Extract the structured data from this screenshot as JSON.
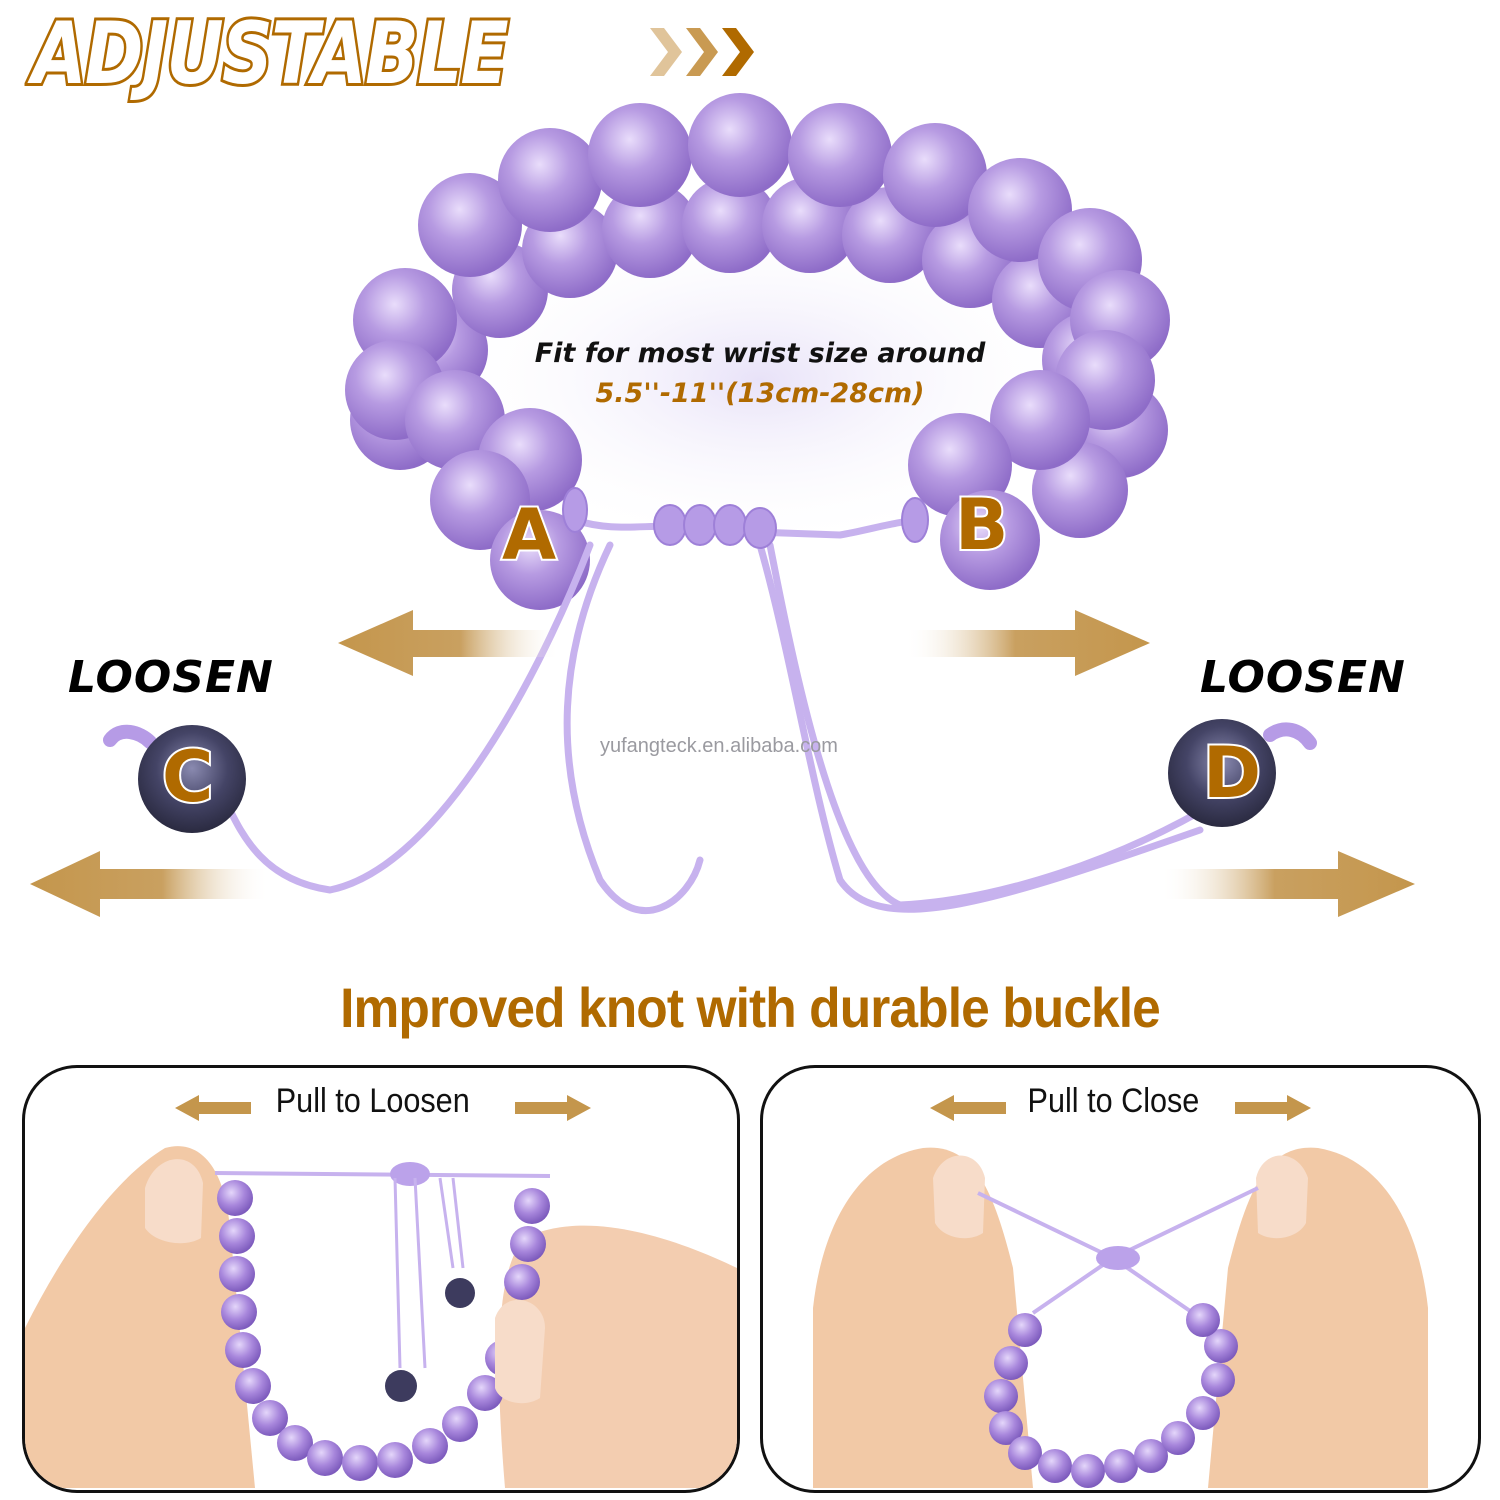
{
  "header": {
    "title": "ADJUSTABLE",
    "chevron_colors": [
      "#e0c49a",
      "#c99a52",
      "#b06a00"
    ]
  },
  "fit_note": {
    "line1": "Fit for most wrist size around",
    "line2": "5.5''-11''(13cm-28cm)"
  },
  "labels": {
    "a": "A",
    "b": "B",
    "c": "C",
    "d": "D",
    "loosen_left": "LOOSEN",
    "loosen_right": "LOOSEN"
  },
  "watermark": "yufangteck.en.alibaba.com",
  "subtitle": "Improved knot with durable buckle",
  "panels": [
    {
      "label": "Pull to Loosen"
    },
    {
      "label": "Pull to Close"
    }
  ],
  "colors": {
    "accent_brown": "#b06a00",
    "arrow_gold": "#c4964c",
    "amethyst": "#a98bd6",
    "cord": "#c7b2ee",
    "dark_bead": "#3d3b5e",
    "skin": "#f2c9a6"
  }
}
